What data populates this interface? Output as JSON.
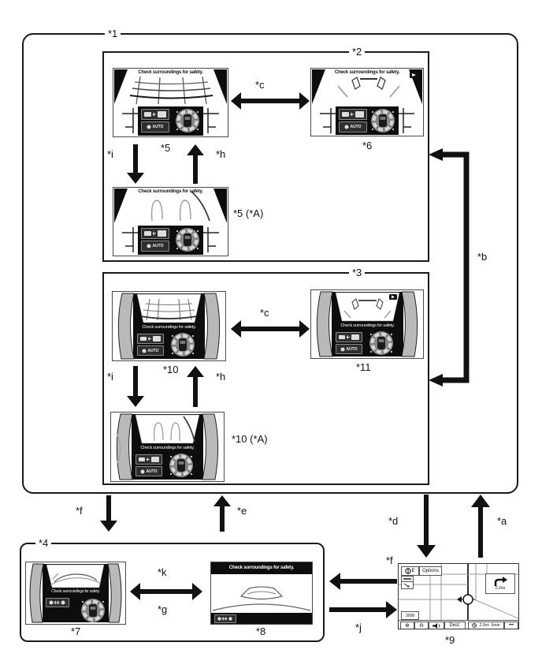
{
  "diagram": {
    "refs": {
      "r1": "*1",
      "r2": "*2",
      "r3": "*3",
      "r4": "*4",
      "r5": "*5",
      "r5a": "*5 (*A)",
      "r6": "*6",
      "r7": "*7",
      "r8": "*8",
      "r9": "*9",
      "r10": "*10",
      "r10a": "*10 (*A)",
      "r11": "*11"
    },
    "arrows": {
      "a": "*a",
      "b": "*b",
      "c": "*c",
      "d": "*d",
      "e": "*e",
      "f": "*f",
      "g": "*g",
      "h": "*h",
      "i": "*i",
      "j": "*j",
      "k": "*k"
    }
  },
  "screen": {
    "caution": "Check surroundings for safety.",
    "auto_label": "AUTO"
  },
  "nav": {
    "compass_e": "E",
    "options": "Options",
    "turn_distance": "0.2mi",
    "scale": "300ft",
    "zoom_in": "⊕",
    "zoom_out": "⊖",
    "dest": "Dest.",
    "remaining_distance": "2.0mi",
    "remaining_time": "6min",
    "more": "•••"
  },
  "colors": {
    "line": "#111111",
    "screen_black": "#0d0d0d",
    "pillar_gray": "#b9b9b9",
    "guide_gray": "#999999"
  }
}
